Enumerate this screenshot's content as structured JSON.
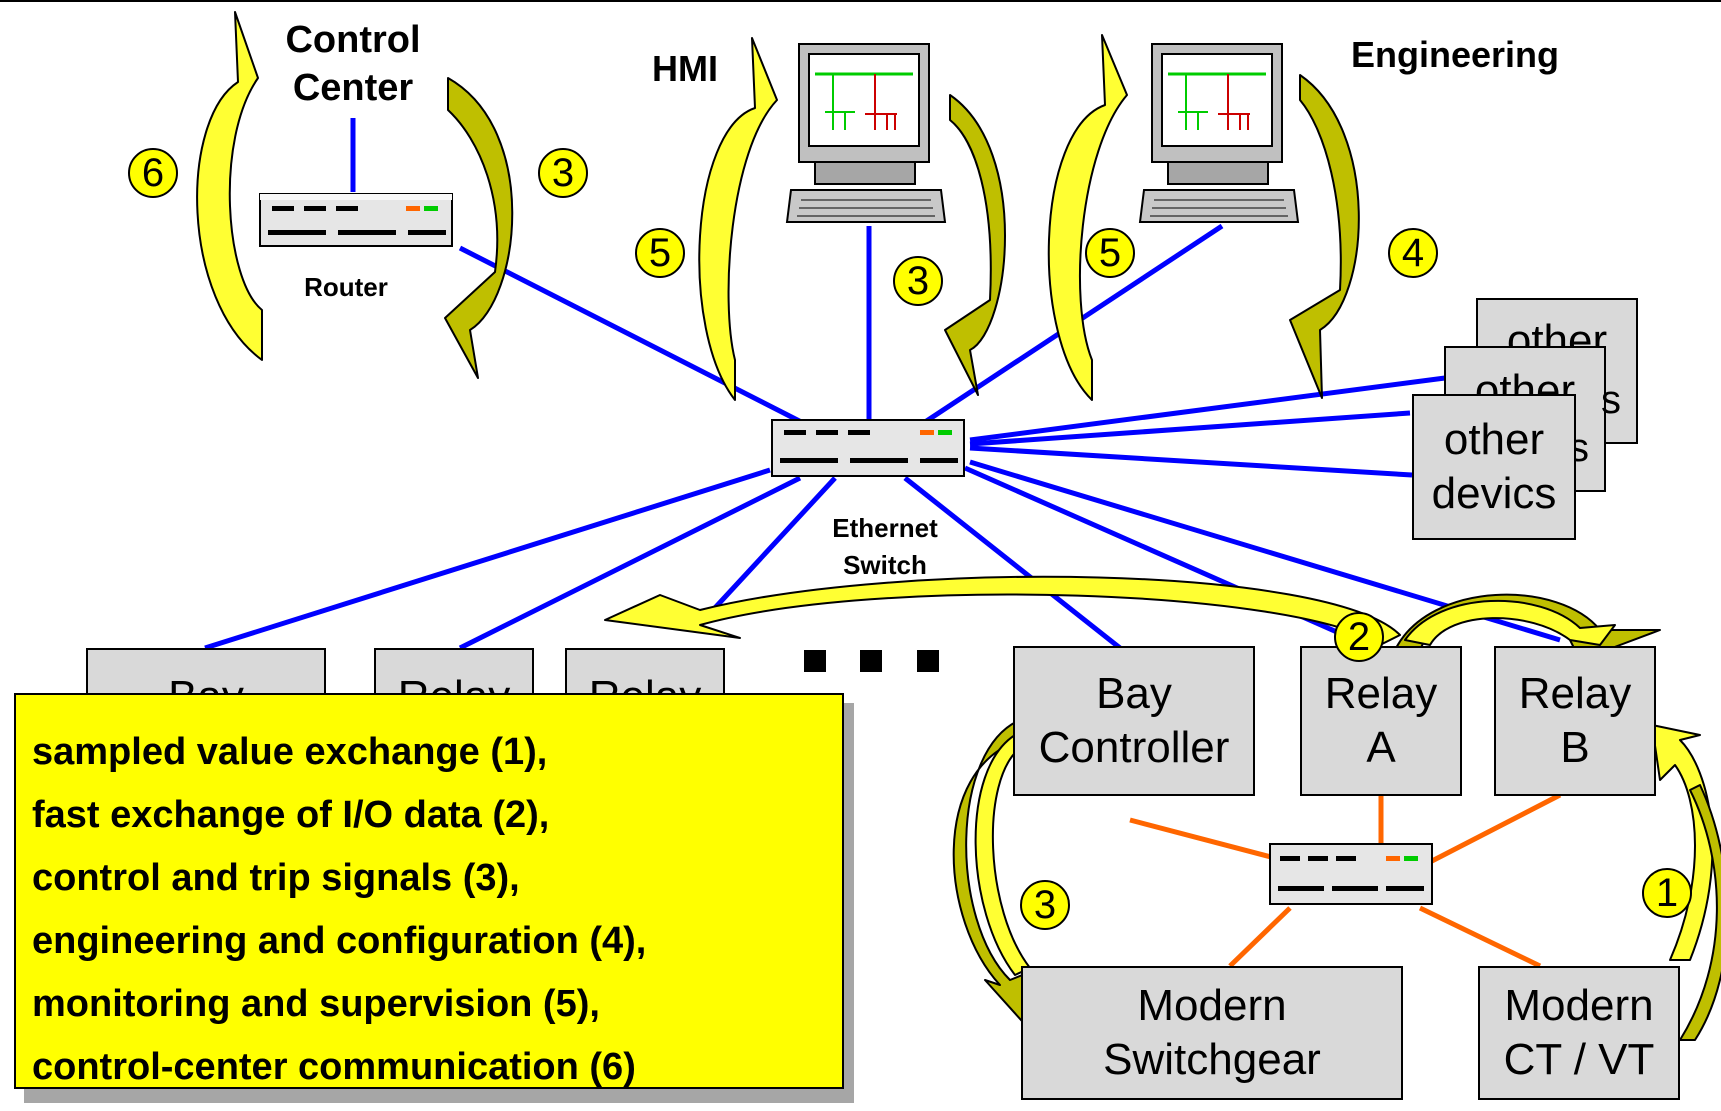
{
  "labels": {
    "control_center": "Control\nCenter",
    "hmi": "HMI",
    "engineering": "Engineering",
    "router": "Router",
    "ethernet_switch": "Ethernet\nSwitch"
  },
  "devices": {
    "other_1": "other",
    "other_2": "other",
    "other_3": "other\ndevics",
    "other_s1": "s",
    "other_s2": "s",
    "bay_left": "Bay",
    "relay_left_1": "Relay",
    "relay_left_2": "Relay",
    "bay_controller": "Bay\nController",
    "relay_a": "Relay\nA",
    "relay_b": "Relay\nB",
    "modern_switchgear": "Modern\nSwitchgear",
    "modern_ctvt": "Modern\nCT / VT"
  },
  "markers": {
    "cc_left": "6",
    "cc_right": "3",
    "hmi_left": "5",
    "hmi_right": "3",
    "eng_left": "5",
    "eng_right": "4",
    "relay_top": "2",
    "bay_loop": "3",
    "ctvt_loop": "1"
  },
  "legend": [
    "sampled value exchange (1),",
    "fast exchange of I/O data (2),",
    "control and trip signals (3),",
    "engineering and configuration (4),",
    "monitoring and supervision (5),",
    "control-center communication (6)"
  ],
  "colors": {
    "network_link": "#0000ff",
    "process_link": "#ff6600",
    "arrow_fill": "#ffff33",
    "arrow_shade": "#bfbf00",
    "device_fill": "#d9d9d9",
    "legend_fill": "#ffff00"
  },
  "icons": [
    "router-icon",
    "ethernet-switch-icon",
    "process-switch-icon",
    "computer-icon"
  ]
}
